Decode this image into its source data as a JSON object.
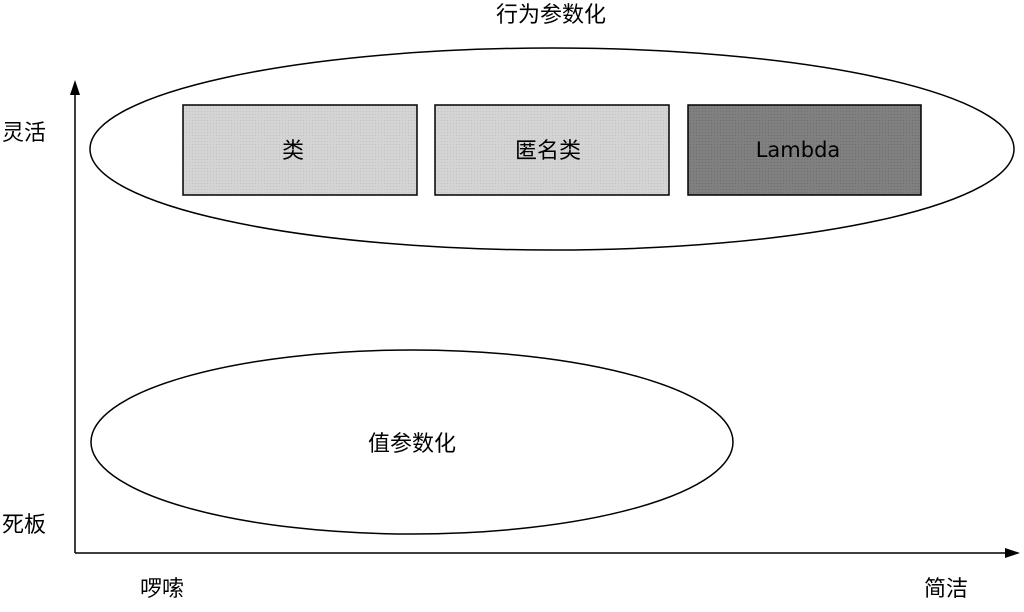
{
  "diagram": {
    "top_group_title": "行为参数化",
    "bottom_group_label": "值参数化",
    "y_axis": {
      "top_label": "灵活",
      "bottom_label": "死板"
    },
    "x_axis": {
      "left_label": "啰嗦",
      "right_label": "简洁"
    },
    "boxes": [
      {
        "label": "类",
        "fill": "#d0d0d0"
      },
      {
        "label": "匿名类",
        "fill": "#d0d0d0"
      },
      {
        "label": "Lambda",
        "fill": "#7f7f7f"
      }
    ],
    "colors": {
      "stroke": "#000000",
      "background": "#ffffff"
    }
  }
}
